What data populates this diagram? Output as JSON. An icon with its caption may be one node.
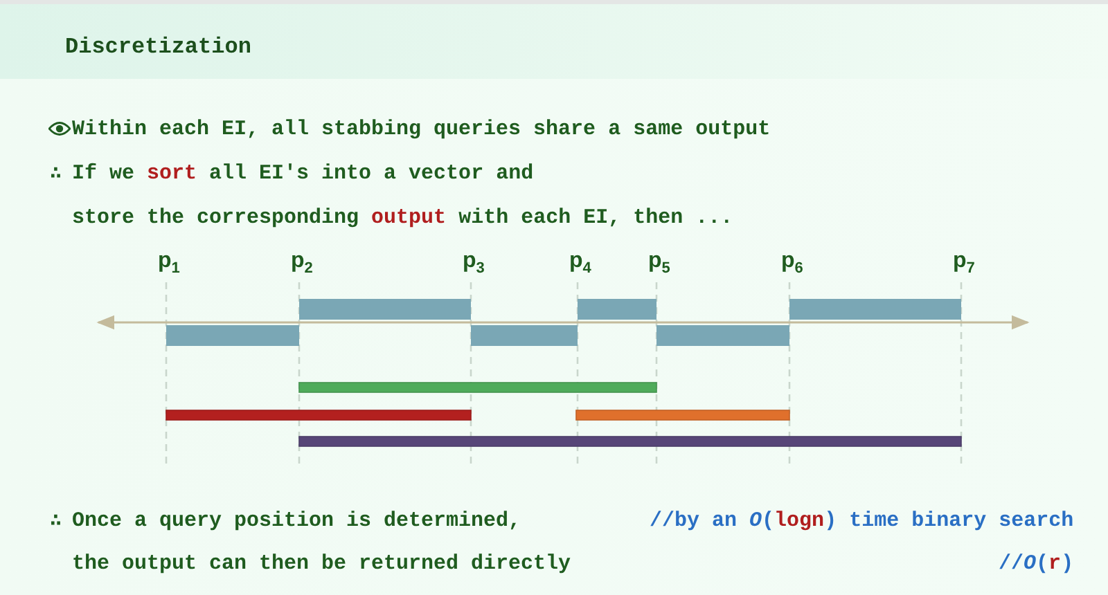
{
  "diagram": {
    "title": "Discretization",
    "labels": [
      "Within each EI, all stabbing queries share a same output",
      "∴",
      "If we **sort** all EI's into a vector and",
      "store the corresponding **output** with each EI, then ...",
      "p$_{1}$",
      "p$_{2}$",
      "p$_{3}$",
      "p$_{4}$",
      "p$_{5}$",
      "p$_{6}$",
      "p$_{7}$",
      "∴",
      "Once a query position is determined,",
      "//by an *O*(**logn**) time binary search",
      "the output can then be returned directly",
      "//*O*(**r**)"
    ]
  }
}
